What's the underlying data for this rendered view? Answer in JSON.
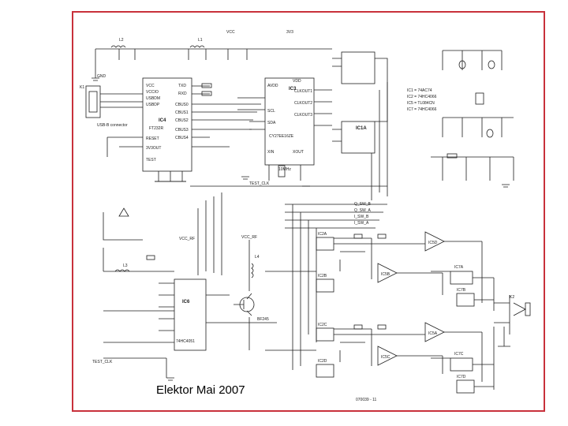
{
  "caption": "Elektor Mai 2007",
  "colors": {
    "frame": "#c8313b",
    "wire": "#1e1e1e",
    "paper": "#ffffff"
  },
  "legend": [
    "IC1 = 74AC74",
    "IC2 = 74HC4066",
    "IC5 = TL084CN",
    "IC7 = 74HC4066"
  ],
  "chips": {
    "ic4": {
      "name": "IC4",
      "part": "FT232R"
    },
    "ic3": {
      "name": "IC3",
      "part": "CY27EE16ZE"
    },
    "ic6": {
      "name": "IC6",
      "part": "74HC4051"
    },
    "ic1a": {
      "name": "IC1A"
    }
  },
  "labels": {
    "usb": "USB-B connector",
    "k1": "K1",
    "k2": "K2",
    "vcc": "VCC",
    "vcc_rf": "VCC_RF",
    "test_clk": "TEST_CLK",
    "test_clk2": "TEST_CLK",
    "t1_part": "BF245",
    "crystal": "10MHz",
    "l2": "L2",
    "l1": "L1",
    "l4": "L4",
    "l3": "L3",
    "gnd": "GND",
    "v3": "3V3",
    "pins": [
      "VCC",
      "VCCIO",
      "USBDM",
      "USBDP",
      "RESET",
      "3V3OUT",
      "TEST",
      "TXD",
      "RXD",
      "CBUS0",
      "CBUS1",
      "CBUS2",
      "CBUS3",
      "CBUS4"
    ],
    "ic3_pins": [
      "AVDD",
      "VDD",
      "SCL",
      "SDA",
      "XIN",
      "XOUT",
      "CLKOUT1",
      "CLKOUT2",
      "CLKOUT3"
    ],
    "bus": [
      "Q_SW_B",
      "Q_SW_A",
      "I_SW_B",
      "I_SW_A"
    ],
    "amp_parts": [
      "IC5D",
      "IC5B",
      "IC5A",
      "IC5C",
      "IC7A",
      "IC7B",
      "IC7C",
      "IC7D",
      "IC2A",
      "IC2B",
      "IC2C",
      "IC2D"
    ],
    "doc_number": "070039 - 11"
  }
}
